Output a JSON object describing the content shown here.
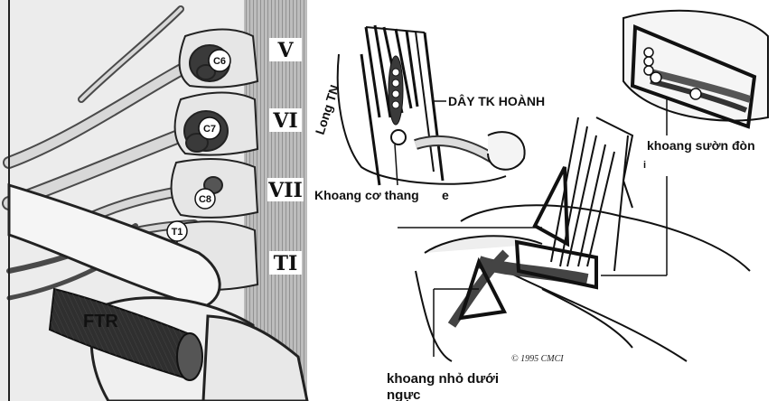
{
  "left_figure": {
    "vertebra_numbers": [
      "V",
      "VI",
      "VII",
      "TI"
    ],
    "root_labels": [
      "C6",
      "C7",
      "C8",
      "T1"
    ],
    "ftr_label": "FTR"
  },
  "right_figure": {
    "nerve_label": "DÂY TK HOÀNH",
    "long_tn_label": "Long TN",
    "scalene_space_label": "Khoang cơ thang",
    "scalene_space_suffix": "e",
    "costoclavicular_label": "khoang sườn đòn",
    "costoclavicular_suffix": "i",
    "subpectoral_label_line1": "khoang nhỏ dưới",
    "subpectoral_label_line2": "ngực",
    "copyright": "© 1995 CMCI"
  }
}
